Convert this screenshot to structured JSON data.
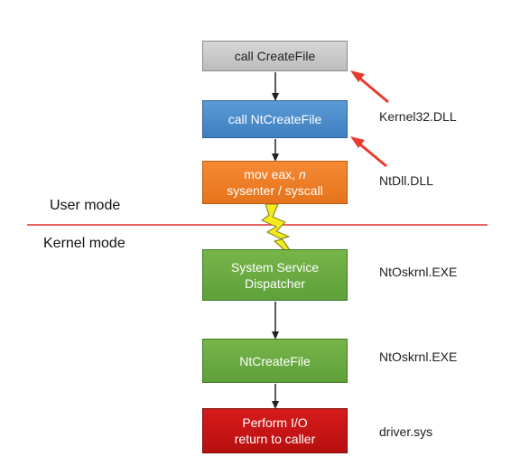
{
  "diagram": {
    "boxes": {
      "call_createfile": [
        "call CreateFile"
      ],
      "call_ntcreatefile": [
        "call NtCreateFile"
      ],
      "mov_eax": {
        "line1_prefix": "mov eax, ",
        "line1_var": "n",
        "line2": "sysenter / syscall"
      },
      "system_service": [
        "System Service",
        "Dispatcher"
      ],
      "ntcreatefile": [
        "NtCreateFile"
      ],
      "perform_io": [
        "Perform I/O",
        "return to caller"
      ]
    },
    "side_labels": {
      "kernel32": "Kernel32.DLL",
      "ntdll": "NtDll.DLL",
      "ntoskrnl_1": "NtOskrnl.EXE",
      "ntoskrnl_2": "NtOskrnl.EXE",
      "driver": "driver.sys"
    },
    "modes": {
      "user": "User mode",
      "kernel": "Kernel mode"
    },
    "colors": {
      "boundary_line": "#e03030",
      "pointer_arrows": "#e83a2e",
      "lightning_fill": "#f4ec1a",
      "lightning_stroke": "#8a8a2a",
      "flow_arrows": "#222222"
    },
    "icons": {
      "lightning": "lightning-bolt-icon",
      "pointer": "red-pointer-arrow-icon"
    }
  }
}
